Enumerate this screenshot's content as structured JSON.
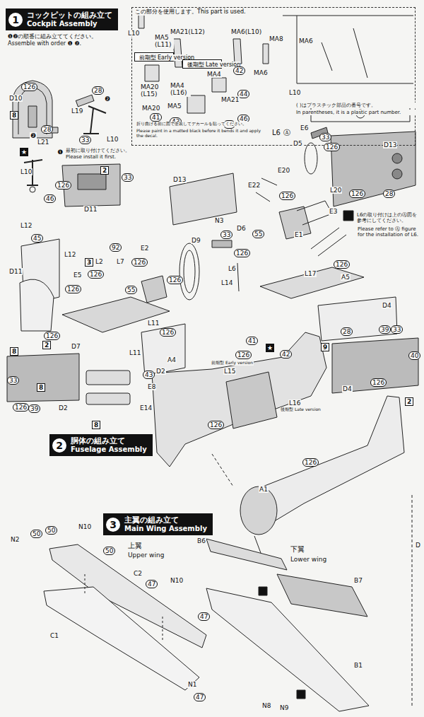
{
  "diagram": {
    "nodes": [
      {
        "text": [
          "1",
          "コックピットの組み立て",
          "Cockpit Assembly"
        ]
      },
      {
        "text": [
          "この部分を使用します。This part is used."
        ]
      },
      {
        "text": [
          "前期型 Early version"
        ],
        "in": 1
      },
      {
        "text": [
          "後期型 Late version"
        ],
        "in": 1
      },
      {
        "text": [
          "2",
          "胴体の組み立て",
          "Fuselage Assembly"
        ]
      },
      {
        "text": [
          "3",
          "主翼の組み立て",
          "Main Wing Assembly"
        ]
      }
    ],
    "labels": [
      "❶❷の順番に組み立ててください。",
      "Assemble with order ❶ ❷.",
      "126",
      "D10",
      "8",
      "28",
      "❷",
      "L19",
      "28",
      "❷",
      "L21",
      "33",
      "L10",
      "❶",
      "最初に取り付けてください。",
      "Please install it first.",
      "★",
      "L10",
      "46",
      "2",
      "126",
      "33",
      "D11",
      "L10",
      "MA21(L12)",
      "MA6(L10)",
      "MA8",
      "MA5 (L11)",
      "MA20 (L15)",
      "MA20",
      "41",
      "MA4",
      "42",
      "MA4 (L16)",
      "44",
      "MA21",
      "46",
      "MA5",
      "43",
      "45",
      "MA6",
      "折り曲げる前に図で塗装してデカールを貼ってください。",
      "Please paint in a matted black before it bends it and apply the decal.",
      "MA6",
      "L10",
      "L6",
      "Ⓐ",
      "( )はプラスチック部品の番号です。",
      "In parentheses, it is a plastic part number.",
      "33",
      "E6",
      "D5",
      "126",
      "D13",
      "126",
      "28",
      "L20",
      "D13",
      "E20",
      "E22",
      "126",
      "E3",
      "55",
      "E1",
      "33",
      "D6",
      "N3",
      "D9",
      "126",
      "L6",
      "L14",
      "L17",
      "126",
      "A5",
      "L6の取り付けは上のⒶ図を参考にしてください。",
      "Please refer to Ⓐ figure for the installation of L6.",
      "D4",
      "28",
      "39",
      "33",
      "9",
      "40",
      "126",
      "D4",
      "2",
      "★",
      "41",
      "42",
      "126",
      "前期型 Early version",
      "L15",
      "L16",
      "後期型 Late version",
      "A4",
      "126",
      "126",
      "A1",
      "L12",
      "45",
      "D11",
      "L12",
      "3",
      "L2",
      "92",
      "L7",
      "126",
      "E2",
      "E5",
      "126",
      "126",
      "55",
      "126",
      "L11",
      "126",
      "L11",
      "43",
      "D7",
      "126",
      "D2",
      "8",
      "2",
      "33",
      "8",
      "39",
      "126",
      "D2",
      "E8",
      "E14",
      "8",
      "N2",
      "50",
      "50",
      "N10",
      "50",
      "上翼",
      "Upper wing",
      "C2",
      "47",
      "N10",
      "47",
      "C1",
      "N1",
      "47",
      "B6",
      "下翼",
      "Lower wing",
      "B7",
      "B1",
      "N8",
      "N9",
      "D"
    ]
  }
}
